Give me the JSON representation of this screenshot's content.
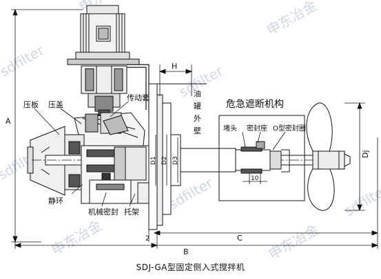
{
  "watermarks": {
    "brand_cn": "申东冶金",
    "brand_en": "sdfilter"
  },
  "labels": {
    "press_plate": "压板",
    "press_cover": "压盖",
    "drive_sleeve": "传动套",
    "tank_wall": [
      "油",
      "罐",
      "外",
      "壁"
    ],
    "emergency_title": "危急遮断机构",
    "nut": "堵头",
    "seal_seat": "密封座",
    "o_ring": "O型密封圈",
    "static_ring": "静环",
    "mech_seal": "机械密封",
    "bracket": "托架"
  },
  "dimensions": {
    "A": "A",
    "H": "H",
    "B": "B",
    "C": "C",
    "Dj": "Dj",
    "two": "2",
    "ten": "10",
    "D1": "D1",
    "D2": "D2",
    "D3": "D3"
  },
  "caption": "SDJ-GA型固定侧入式搅拌机"
}
